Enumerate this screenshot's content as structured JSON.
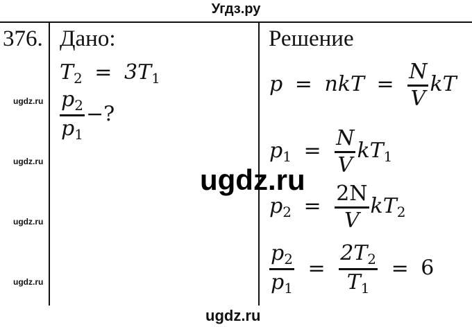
{
  "watermarks": {
    "header": "Угдз.ру",
    "footer": "ugdz.ru",
    "center": "ugdz.ru",
    "side": [
      "ugdz.ru",
      "ugdz.ru",
      "ugdz.ru",
      "ugdz.ru"
    ]
  },
  "problem": {
    "number": "376.",
    "given_heading": "Дано:",
    "solution_heading": "Решение"
  },
  "given": {
    "line1": {
      "lhs": "T",
      "lhs_sub": "2",
      "eq": "=",
      "rhs": "3T",
      "rhs_sub": "1"
    },
    "line2": {
      "num": "p",
      "num_sub": "2",
      "den": "p",
      "den_sub": "1",
      "suffix": "−?"
    }
  },
  "solution": {
    "eq1": {
      "a": "p",
      "eq": "=",
      "b": "nkT",
      "eq2": "=",
      "frac_num": "N",
      "frac_den": "V",
      "c": "kT"
    },
    "eq2": {
      "a": "p",
      "a_sub": "1",
      "eq": "=",
      "frac_num": "N",
      "frac_den": "V",
      "c": "kT",
      "c_sub": "1"
    },
    "eq3": {
      "a": "p",
      "a_sub": "2",
      "eq": "=",
      "frac_num": "2N",
      "frac_den": "V",
      "c": "kT",
      "c_sub": "2"
    },
    "eq4": {
      "num": "p",
      "num_sub": "2",
      "den": "p",
      "den_sub": "1",
      "eq": "=",
      "frac_num": "2T",
      "frac_num_sub": "2",
      "frac_den": "T",
      "frac_den_sub": "1",
      "eq2": "=",
      "result": "6"
    }
  }
}
